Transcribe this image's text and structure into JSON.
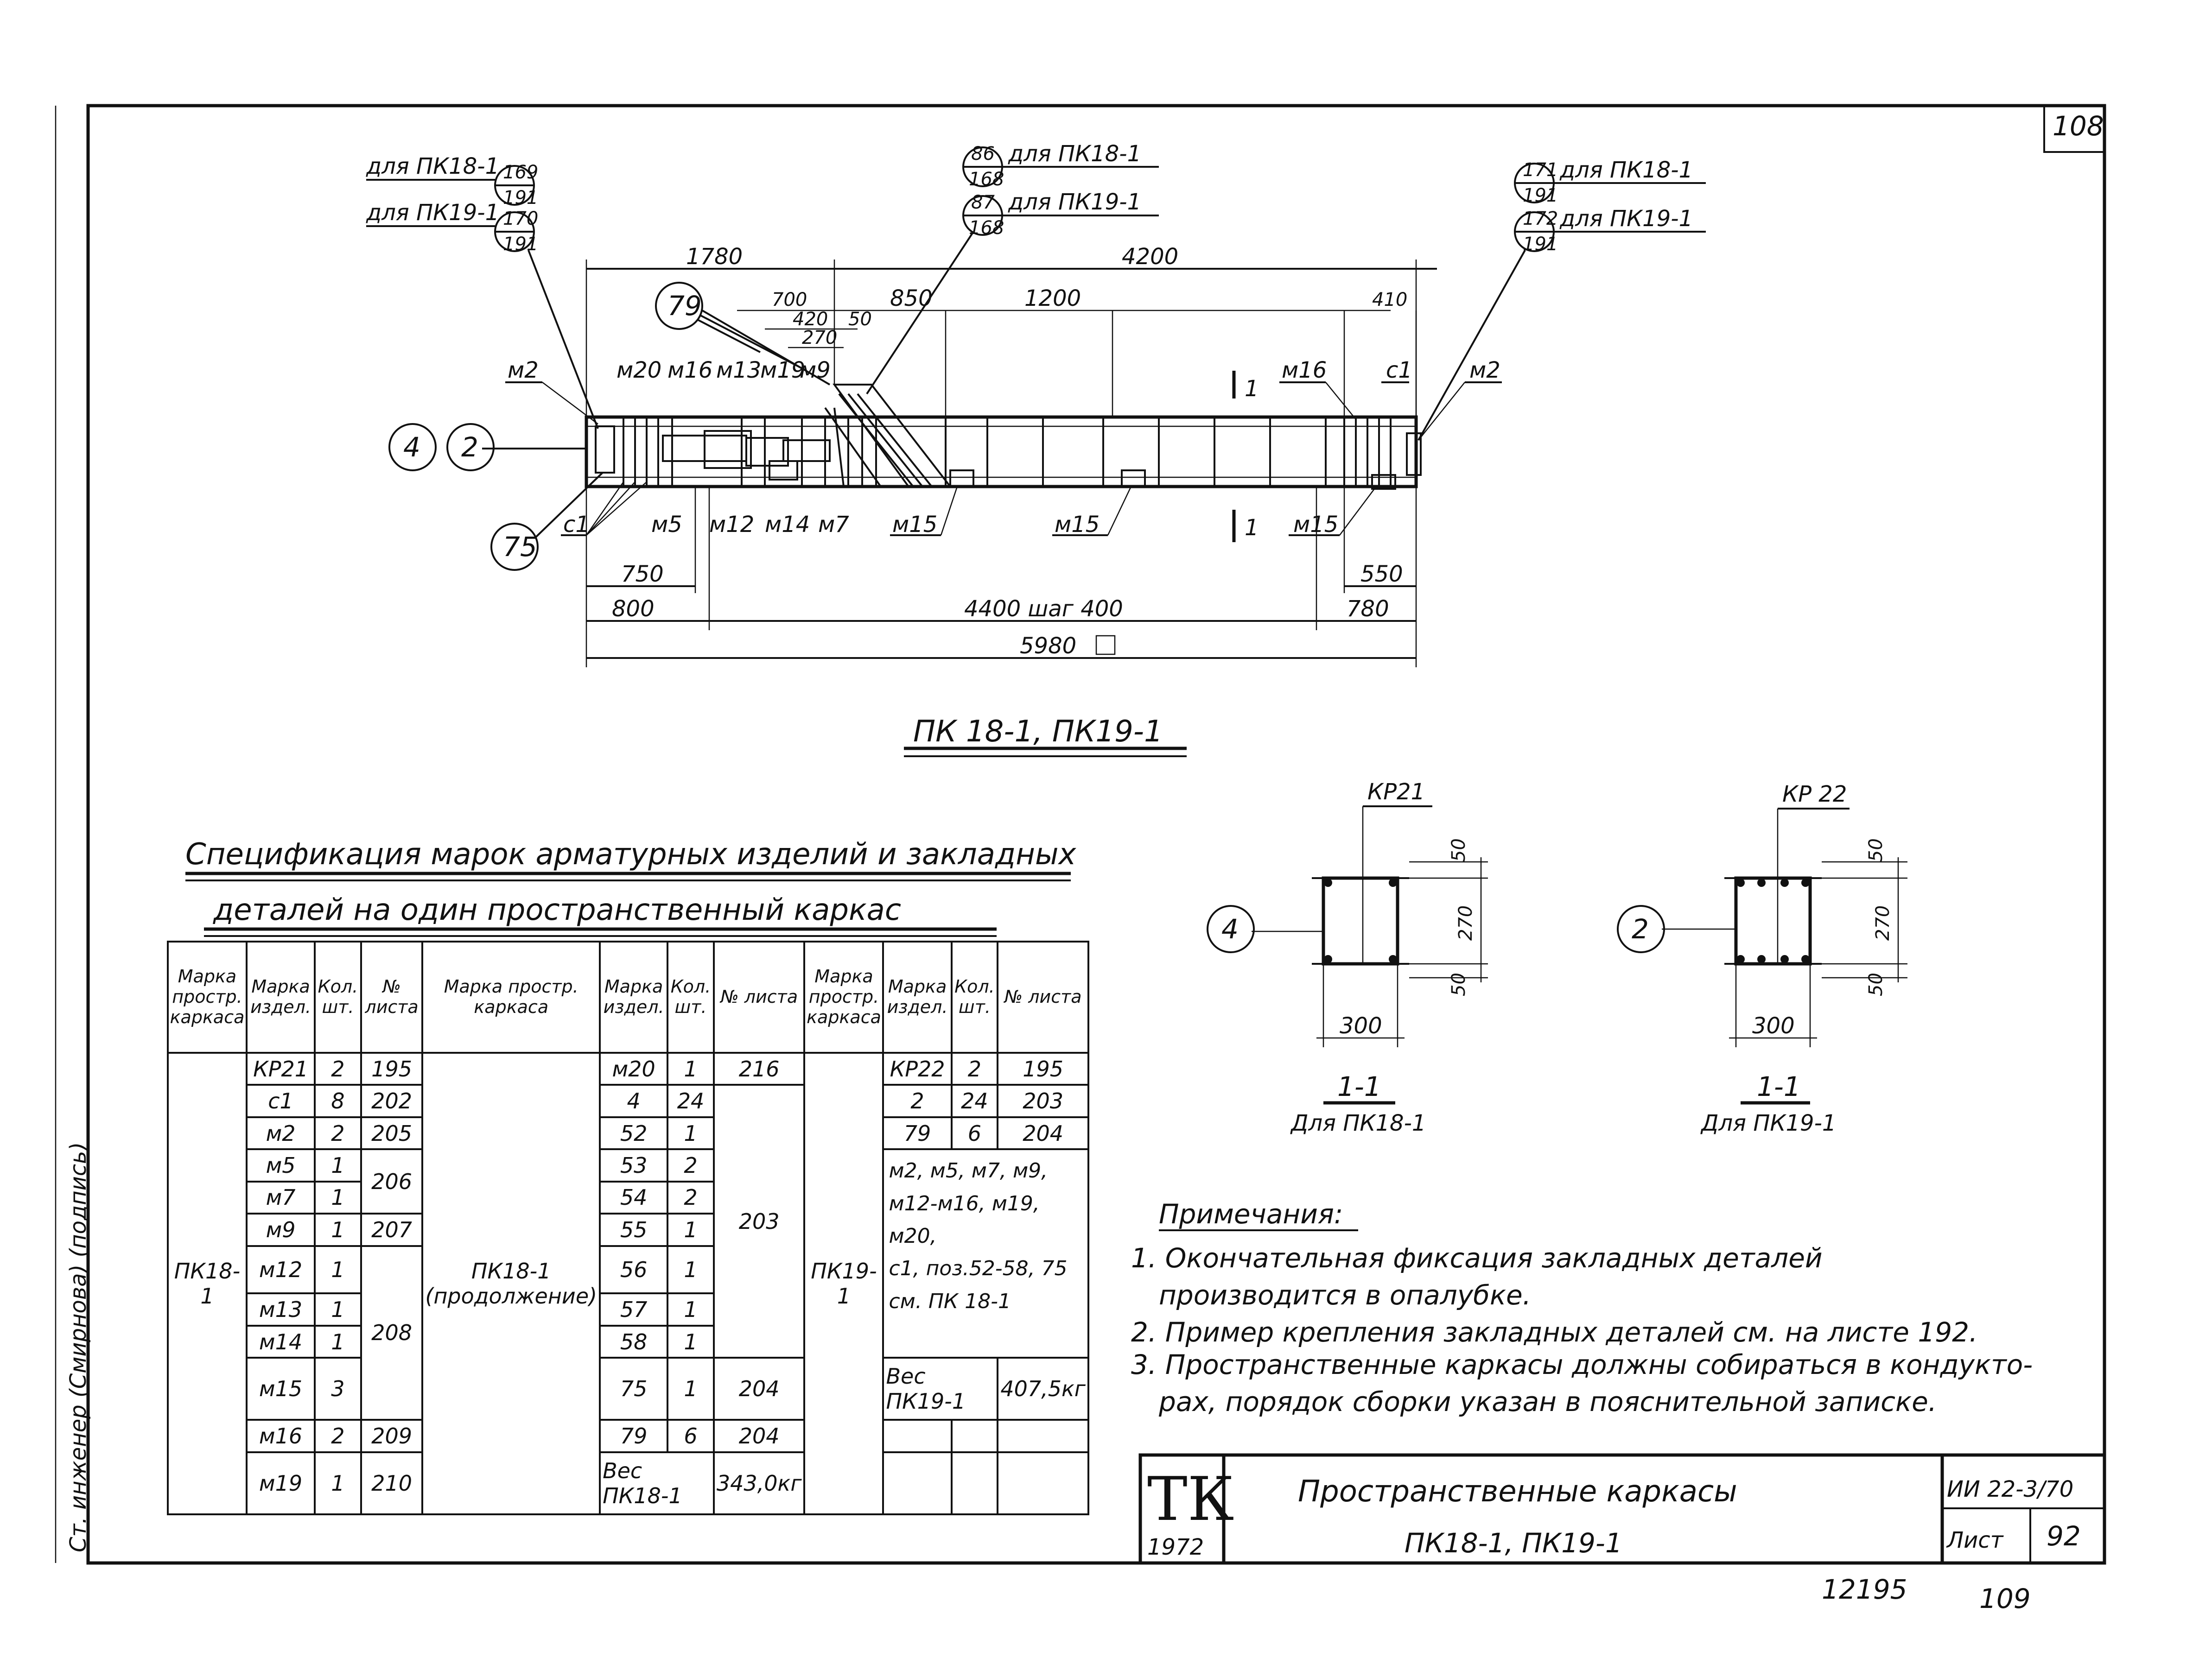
{
  "sheet": {
    "corner_number": "108",
    "side_stamp": "Ст. инженер (Смирнова) (подпись)",
    "bottom_number_left": "12195",
    "bottom_number_right": "109"
  },
  "drawing": {
    "caption": "ПК 18-1, ПК19-1",
    "callouts": {
      "c169": "169",
      "c170": "170",
      "c191a": "191",
      "c191b": "191",
      "c86": "86",
      "c87": "87",
      "c168a": "168",
      "c168b": "168",
      "c171": "171",
      "c172": "172",
      "c191c": "191",
      "c191d": "191",
      "c79": "79",
      "c4": "4",
      "c2": "2",
      "c75": "75"
    },
    "labels": {
      "for_pk18_left": "для ПК18-1",
      "for_pk19_left": "для ПК19-1",
      "for_pk18_mid": "для ПК18-1",
      "for_pk19_mid": "для ПК19-1",
      "for_pk18_right": "для ПК18-1",
      "for_pk19_right": "для ПК19-1",
      "m2_left": "м2",
      "m20": "м20",
      "m16_left": "м16",
      "m13": "м13",
      "m19": "м19",
      "m9": "м9",
      "m16_right": "м16",
      "c1_right": "с1",
      "m2_right": "м2",
      "c1_left": "с1",
      "m5": "м5",
      "m12": "м12",
      "m14": "м14",
      "m7": "м7",
      "m15_a": "м15",
      "m15_b": "м15",
      "m15_c": "м15",
      "sec1_top": "1",
      "sec1_bottom": "1"
    },
    "dims": {
      "d1780": "1780",
      "d4200": "4200",
      "d700": "700",
      "d850": "850",
      "d1200": "1200",
      "d420": "420",
      "d50": "50",
      "d270": "270",
      "d410": "410",
      "d750": "750",
      "d550": "550",
      "d800": "800",
      "d4400": "4400 шаг 400",
      "d780": "780",
      "d5980": "5980"
    }
  },
  "sections": {
    "left": {
      "ref": "КР21",
      "circle": "4",
      "d50a": "50",
      "d270": "270",
      "d50b": "50",
      "d300": "300",
      "title": "1-1",
      "subtitle": "Для ПК18-1"
    },
    "right": {
      "ref": "КР 22",
      "circle": "2",
      "d50a": "50",
      "d270": "270",
      "d50b": "50",
      "d300": "300",
      "title": "1-1",
      "subtitle": "Для ПК19-1"
    }
  },
  "spec": {
    "title_line1": "Спецификация марок арматурных изделий и закладных",
    "title_line2": "деталей на один пространственный каркас",
    "headers": [
      "Марка простр. каркаса",
      "Марка издел.",
      "Кол. шт.",
      "№ листа"
    ],
    "block1": {
      "frame": "ПК18-1",
      "rows": [
        [
          "КР21",
          "2",
          "195"
        ],
        [
          "с1",
          "8",
          "202"
        ],
        [
          "м2",
          "2",
          "205"
        ],
        [
          "м5",
          "1",
          "206"
        ],
        [
          "м7",
          "1",
          ""
        ],
        [
          "м9",
          "1",
          "207"
        ],
        [
          "м12",
          "1",
          "208"
        ],
        [
          "м13",
          "1",
          ""
        ],
        [
          "м14",
          "1",
          ""
        ],
        [
          "м15",
          "3",
          ""
        ],
        [
          "м16",
          "2",
          "209"
        ],
        [
          "м19",
          "1",
          "210"
        ]
      ]
    },
    "block2": {
      "frame": "ПК18-1 (продолжение)",
      "rows": [
        [
          "м20",
          "1",
          "216"
        ],
        [
          "4",
          "24",
          ""
        ],
        [
          "52",
          "1",
          "203"
        ],
        [
          "53",
          "2",
          ""
        ],
        [
          "54",
          "2",
          ""
        ],
        [
          "55",
          "1",
          ""
        ],
        [
          "56",
          "1",
          ""
        ],
        [
          "57",
          "1",
          ""
        ],
        [
          "58",
          "1",
          ""
        ],
        [
          "75",
          "1",
          "204"
        ],
        [
          "79",
          "6",
          "204"
        ]
      ],
      "weight_label": "Вес ПК18-1",
      "weight_value": "343,0кг"
    },
    "block3": {
      "frame": "ПК19-1",
      "rows": [
        [
          "КР22",
          "2",
          "195"
        ],
        [
          "2",
          "24",
          "203"
        ],
        [
          "79",
          "6",
          "204"
        ]
      ],
      "note_lines": [
        "м2, м5, м7, м9,",
        "м12-м16, м19, м20,",
        "с1, поз.52-58, 75",
        "см. ПК 18-1"
      ],
      "weight_label": "Вес ПК19-1",
      "weight_value": "407,5кг"
    }
  },
  "notes": {
    "title": "Примечания:",
    "items": [
      "1. Окончательная фиксация закладных деталей",
      "производится в опалубке.",
      "2. Пример крепления закладных деталей см. на листе 192.",
      "3. Пространственные каркасы должны собираться в кондукто-",
      "рах, порядок сборки указан в пояснительной записке."
    ]
  },
  "title_block": {
    "logo": "ТК",
    "year": "1972",
    "title": "Пространственные каркасы",
    "subtitle": "ПК18-1, ПК19-1",
    "code": "ИИ 22-3/70",
    "sheet_label": "Лист",
    "sheet_number": "92"
  }
}
